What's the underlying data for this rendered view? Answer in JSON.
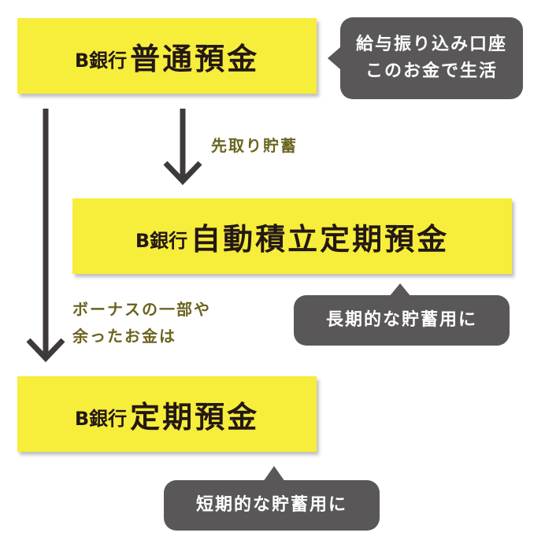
{
  "boxes": {
    "savings": {
      "bank": "B銀行",
      "type": "普通預金"
    },
    "installment": {
      "bank": "B銀行",
      "type": "自動積立定期預金"
    },
    "fixed": {
      "bank": "B銀行",
      "type": "定期預金"
    }
  },
  "bubbles": {
    "savings": {
      "line1": "給与振り込み口座",
      "line2": "このお金で生活"
    },
    "installment": {
      "text": "長期的な貯蓄用に"
    },
    "fixed": {
      "text": "短期的な貯蓄用に"
    }
  },
  "notes": {
    "prepay": "先取り貯蓄",
    "bonus_line1": "ボーナスの一部や",
    "bonus_line2": "余ったお金は"
  },
  "colors": {
    "box": "#f7ed3b",
    "bubble": "#595757",
    "arrow": "#3e3a39",
    "note": "#6b6420"
  }
}
